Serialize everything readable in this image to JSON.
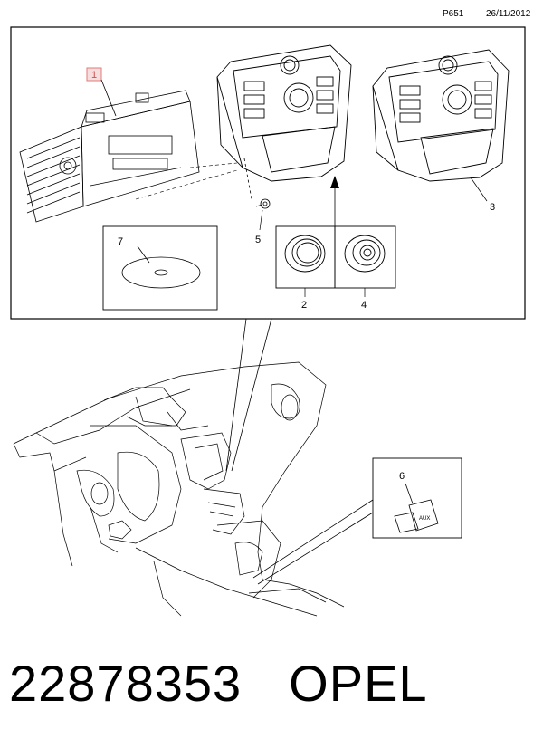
{
  "header": {
    "page_code": "P651",
    "date": "26/11/2012"
  },
  "callouts": {
    "c1": "1",
    "c2": "2",
    "c3": "3",
    "c4": "4",
    "c5": "5",
    "c6": "6",
    "c7": "7"
  },
  "aux_label": "AUX",
  "footer": {
    "part_number": "22878353",
    "brand": "OPEL"
  },
  "colors": {
    "highlight": "#e07a7a",
    "line": "#000000"
  }
}
